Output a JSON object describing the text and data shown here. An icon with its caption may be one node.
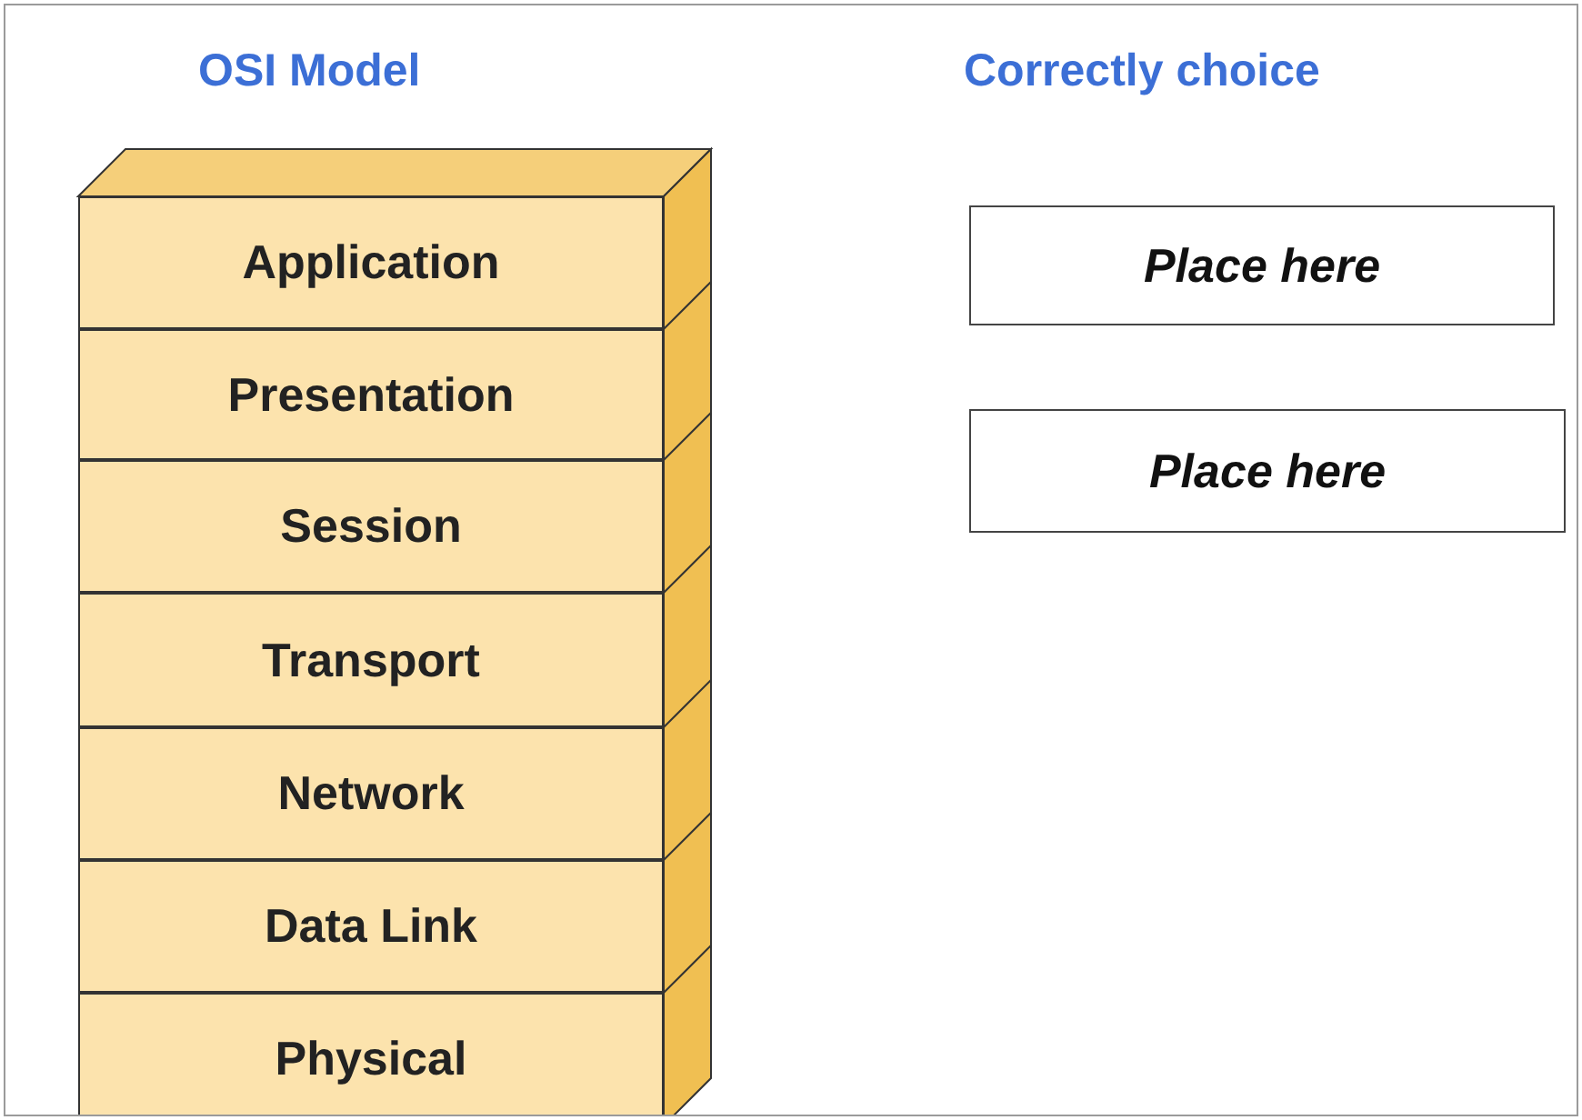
{
  "diagram": {
    "nodes": [
      {
        "text": [
          "Application"
        ]
      },
      {
        "text": [
          "Presentation"
        ]
      },
      {
        "text": [
          "Session"
        ]
      },
      {
        "text": [
          "Transport"
        ]
      },
      {
        "text": [
          "Network"
        ]
      },
      {
        "text": [
          "Data Link"
        ]
      },
      {
        "text": [
          "Physical"
        ]
      },
      {
        "text": [
          "Place here"
        ]
      },
      {
        "text": [
          "Place here"
        ]
      }
    ],
    "labels": [
      "OSI Model",
      "Correctly choice"
    ]
  }
}
